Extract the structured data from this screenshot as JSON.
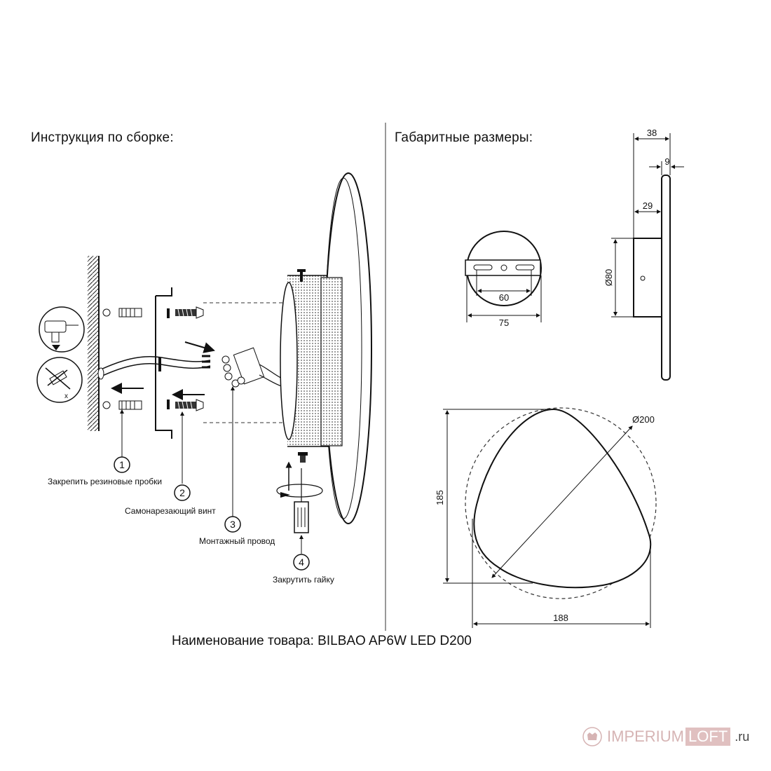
{
  "headings": {
    "assembly": "Инструкция по сборке:",
    "dimensions": "Габаритные размеры:"
  },
  "steps": [
    {
      "num": "1",
      "label": "Закрепить резиновые пробки"
    },
    {
      "num": "2",
      "label": "Самонарезающий винт"
    },
    {
      "num": "3",
      "label": "Монтажный провод"
    },
    {
      "num": "4",
      "label": "Закрутить гайку"
    }
  ],
  "dimensions": {
    "d38": "38",
    "d9": "9",
    "d29": "29",
    "d80": "Ø80",
    "d60": "60",
    "d75": "75",
    "d200": "Ø200",
    "d185": "185",
    "d188": "188"
  },
  "product": "Наименование товара: BILBAO AP6W LED D200",
  "watermark": {
    "imperium": "IMPERIUM",
    "loft": "LOFT",
    "ru": ".ru"
  }
}
